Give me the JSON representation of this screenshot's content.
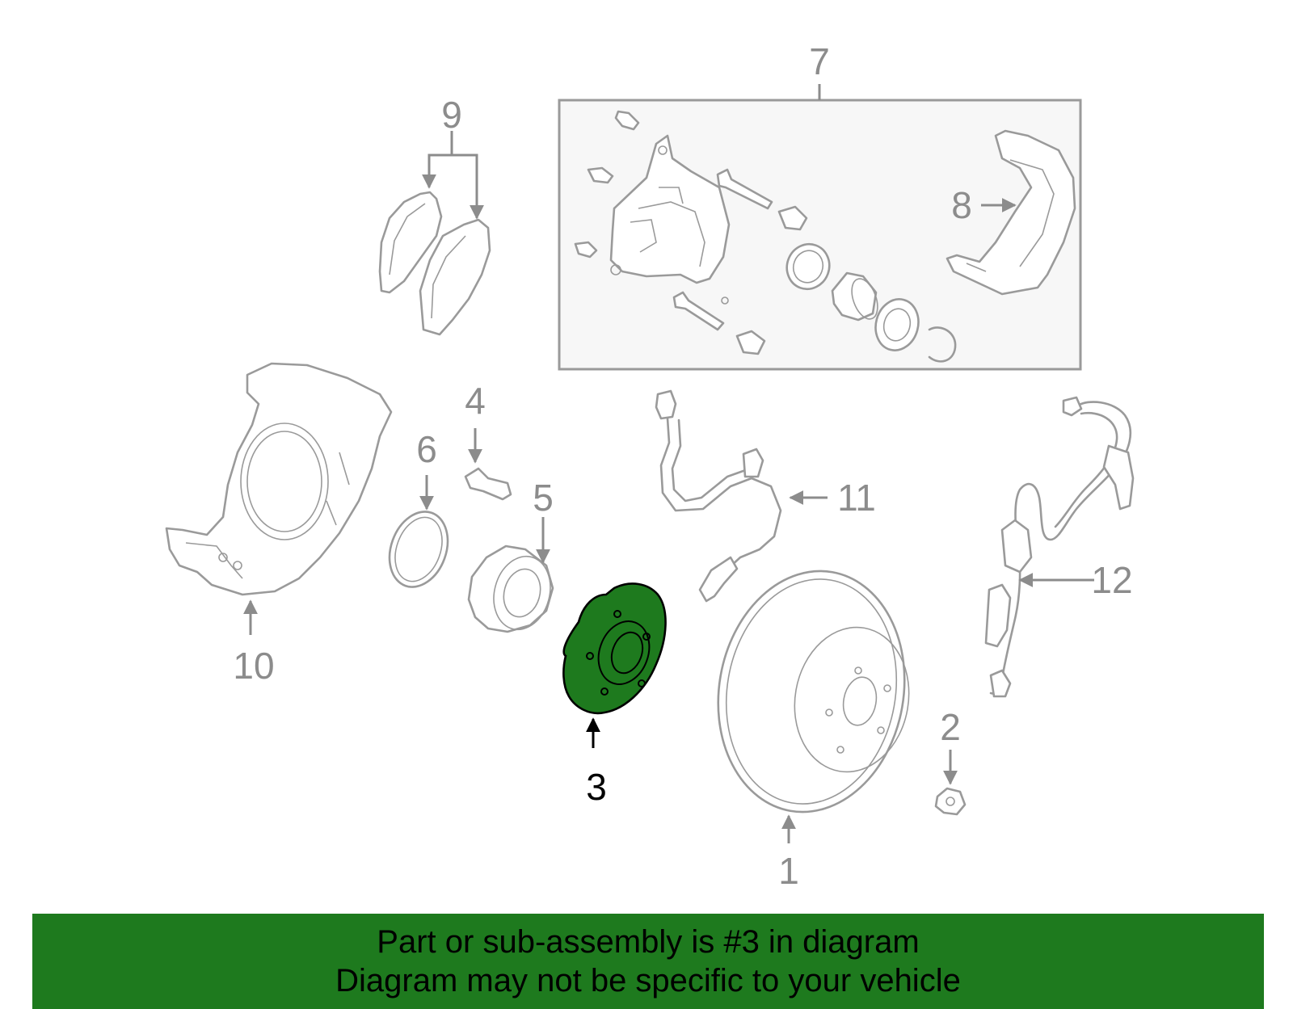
{
  "callouts": {
    "c1": "1",
    "c2": "2",
    "c3": "3",
    "c4": "4",
    "c5": "5",
    "c6": "6",
    "c7": "7",
    "c8": "8",
    "c9": "9",
    "c10": "10",
    "c11": "11",
    "c12": "12"
  },
  "highlighted_part": "3",
  "colors": {
    "highlight": "#1e7a1e",
    "line_art": "#9a9a9a",
    "banner": "#1e7a1e",
    "box_fill": "#f7f7f7"
  },
  "banner": {
    "line1": "Part or sub-assembly is #3 in diagram",
    "line2": "Diagram may not be specific to your vehicle"
  }
}
